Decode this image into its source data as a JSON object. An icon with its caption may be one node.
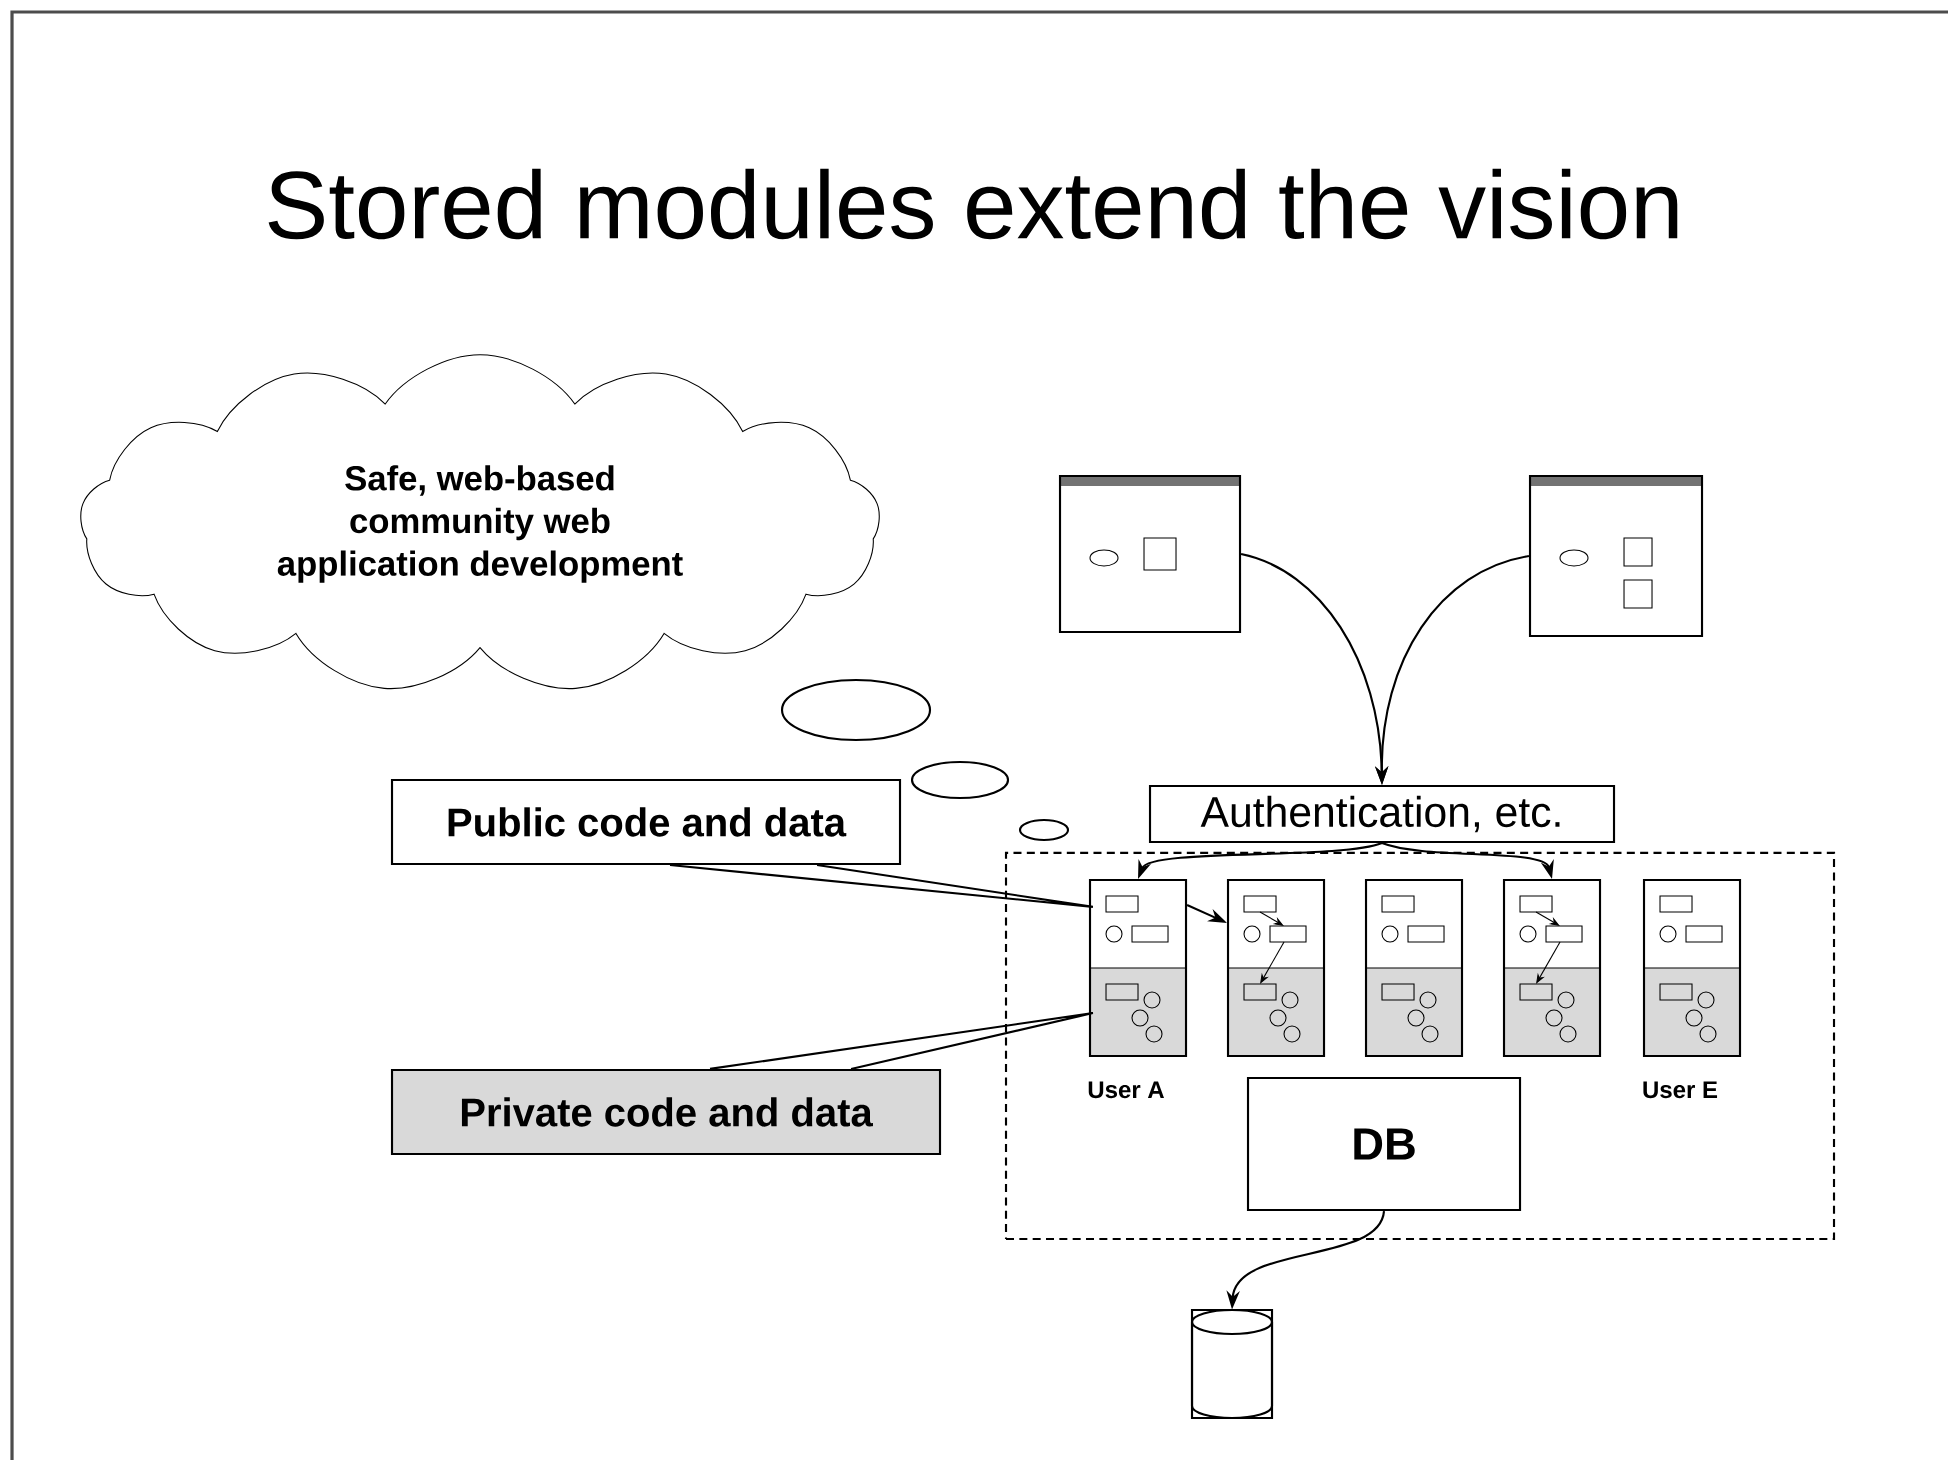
{
  "diagram": {
    "title": "Stored modules extend the vision",
    "nodes": [
      {
        "text": [
          "Safe, web-based community web application development"
        ]
      },
      {
        "text": [],
        "shape": "box"
      },
      {
        "text": [],
        "shape": "box"
      },
      {
        "text": [
          "Authentication, etc."
        ]
      },
      {
        "text": [],
        "shape": "box"
      },
      {
        "text": [],
        "shape": "box",
        "in": 4,
        "beside": [
          "User A"
        ]
      },
      {
        "text": [],
        "shape": "box",
        "in": 4
      },
      {
        "text": [],
        "shape": "box",
        "in": 4
      },
      {
        "text": [],
        "shape": "box",
        "in": 4
      },
      {
        "text": [],
        "shape": "box",
        "in": 4,
        "beside": [
          "User E"
        ]
      },
      {
        "text": [
          "DB"
        ],
        "in": 4
      },
      {
        "text": [],
        "shape": "cylinder"
      },
      {
        "text": [
          "Public code and data"
        ]
      },
      {
        "text": [
          "Private code and data"
        ]
      }
    ],
    "edges": [
      {
        "from": 1,
        "to": 3,
        "arrow": "to"
      },
      {
        "from": 2,
        "to": 3,
        "arrow": "to"
      },
      {
        "from": 3,
        "to": 5,
        "arrow": "to"
      },
      {
        "from": 3,
        "to": 8,
        "arrow": "to"
      },
      {
        "from": 5,
        "to": 6,
        "arrow": "to"
      },
      {
        "from": 12,
        "to": 5,
        "arrow": "none"
      },
      {
        "from": 13,
        "to": 5,
        "arrow": "none"
      },
      {
        "from": 10,
        "to": 11,
        "arrow": "to"
      }
    ]
  }
}
